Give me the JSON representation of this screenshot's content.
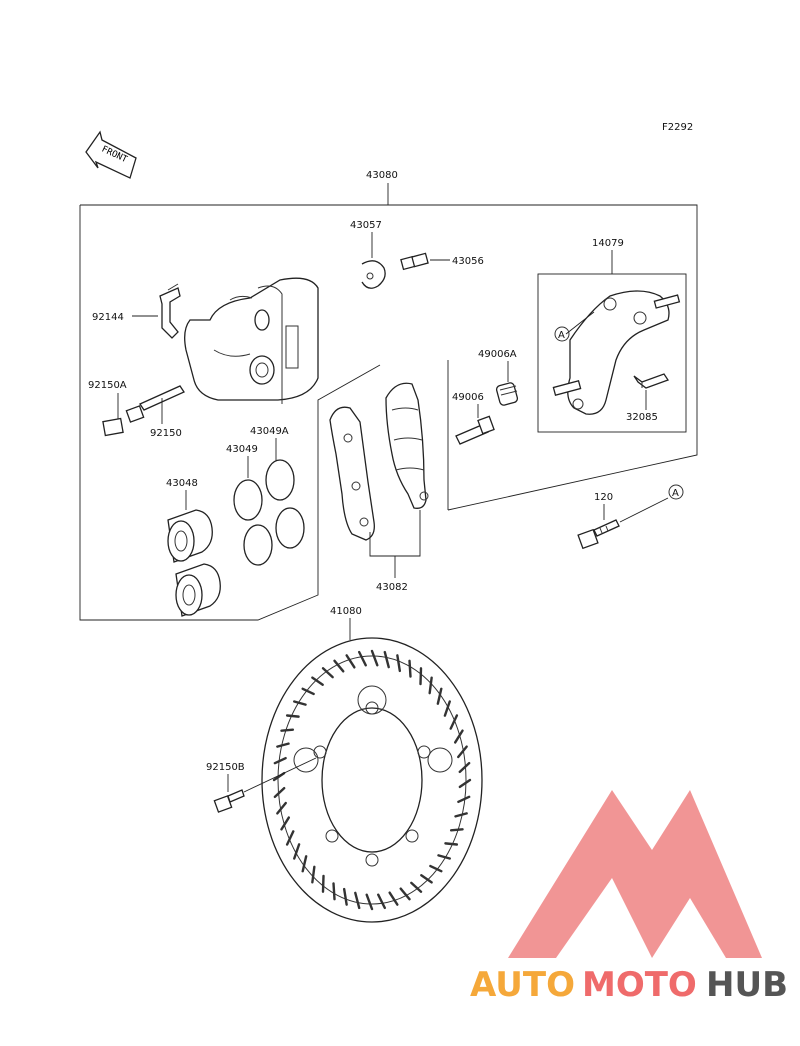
{
  "figure_code": "F2292",
  "front_label": "FRONT",
  "ref_marker": "A",
  "parts": {
    "p43080": "43080",
    "p43057": "43057",
    "p43056": "43056",
    "p14079": "14079",
    "p92144": "92144",
    "p49006A": "49006A",
    "p49006": "49006",
    "p92150A": "92150A",
    "p92150": "92150",
    "p43049A": "43049A",
    "p43049": "43049",
    "p43048": "43048",
    "p32085": "32085",
    "p120": "120",
    "p43082": "43082",
    "p41080": "41080",
    "p92150B": "92150B"
  },
  "watermark": {
    "part1": "AUTO",
    "part2": "MOTO",
    "part3": "HUB",
    "color1": "#f5a83a",
    "color2": "#ef6b6b",
    "color3": "#555555",
    "logo_color": "#f08a8a"
  }
}
